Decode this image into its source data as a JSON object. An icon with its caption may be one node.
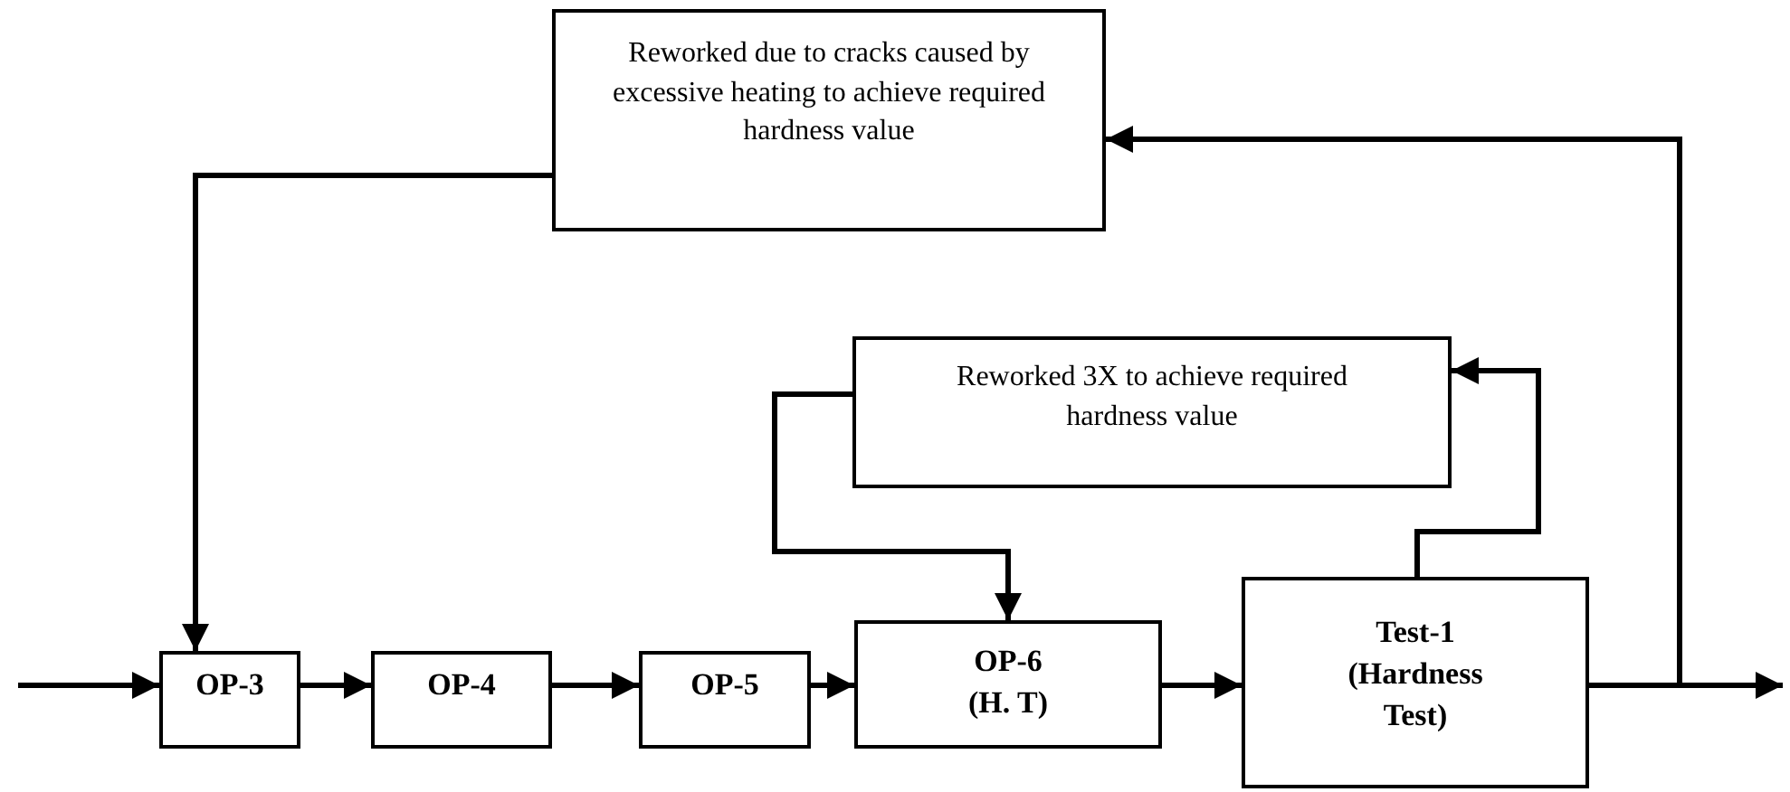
{
  "diagram": {
    "nodes": [
      {
        "text": [
          "Reworked due to cracks caused by excessive heating to achieve required hardness value"
        ]
      },
      {
        "text": [
          "Reworked 3X to achieve required hardness value"
        ]
      },
      {
        "text": [
          "OP-3"
        ]
      },
      {
        "text": [
          "OP-4"
        ]
      },
      {
        "text": [
          "OP-5"
        ]
      },
      {
        "text": [
          "OP-6 (H. T)"
        ]
      },
      {
        "text": [
          "Test-1 (Hardness Test)"
        ]
      }
    ],
    "edges": [
      {
        "from": null,
        "to": 2,
        "arrow": "to"
      },
      {
        "from": 2,
        "to": 3,
        "arrow": "to"
      },
      {
        "from": 3,
        "to": 4,
        "arrow": "to"
      },
      {
        "from": 4,
        "to": 5,
        "arrow": "to"
      },
      {
        "from": 5,
        "to": 6,
        "arrow": "to"
      },
      {
        "from": 6,
        "to": null,
        "arrow": "to"
      },
      {
        "from": 6,
        "to": 0,
        "arrow": "to"
      },
      {
        "from": 0,
        "to": 2,
        "arrow": "to"
      },
      {
        "from": 6,
        "to": 1,
        "arrow": "to"
      },
      {
        "from": 1,
        "to": 5,
        "arrow": "to"
      }
    ]
  }
}
